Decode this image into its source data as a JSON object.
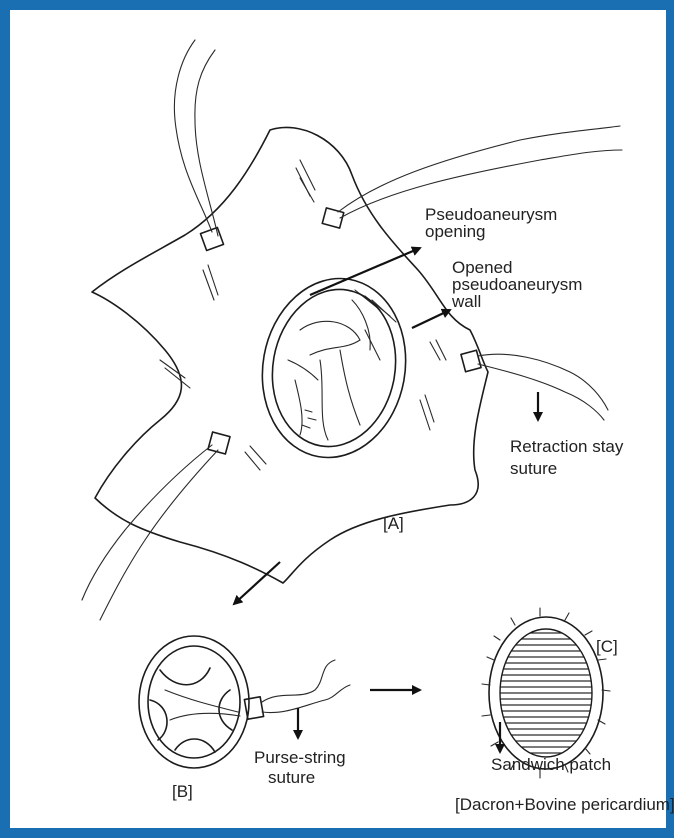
{
  "labels": {
    "pseudoaneurysm_opening": [
      "Pseudoaneurysm",
      "opening"
    ],
    "opened_wall": [
      "Opened",
      "pseudoaneurysm",
      "wall"
    ],
    "retraction_suture": [
      "Retraction stay",
      "suture"
    ],
    "panel_a": "[A]",
    "panel_b": "[B]",
    "panel_c": "[C]",
    "purse_string": [
      "Purse-string",
      "suture"
    ],
    "sandwich_patch": "Sandwich patch",
    "patch_material": "[Dacron+Bovine pericardium]"
  },
  "colors": {
    "frame": "#1a6fb3",
    "ink": "#1c1c1c"
  }
}
